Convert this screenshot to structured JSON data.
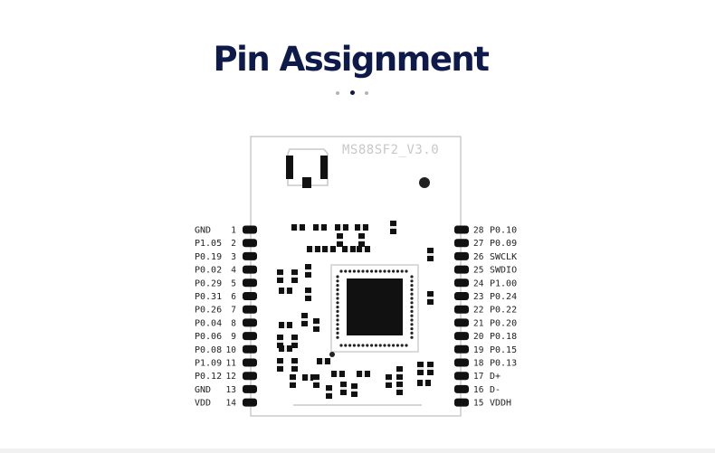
{
  "header": {
    "title": "Pin Assignment",
    "carousel_dots": 3,
    "active_dot": 1
  },
  "module": {
    "label": "MS88SF2_V3.0"
  },
  "pins": {
    "left": [
      {
        "number": "1",
        "name": "GND"
      },
      {
        "number": "2",
        "name": "P1.05"
      },
      {
        "number": "3",
        "name": "P0.19"
      },
      {
        "number": "4",
        "name": "P0.02"
      },
      {
        "number": "5",
        "name": "P0.29"
      },
      {
        "number": "6",
        "name": "P0.31"
      },
      {
        "number": "7",
        "name": "P0.26"
      },
      {
        "number": "8",
        "name": "P0.04"
      },
      {
        "number": "9",
        "name": "P0.06"
      },
      {
        "number": "10",
        "name": "P0.08"
      },
      {
        "number": "11",
        "name": "P1.09"
      },
      {
        "number": "12",
        "name": "P0.12"
      },
      {
        "number": "13",
        "name": "GND"
      },
      {
        "number": "14",
        "name": "VDD"
      }
    ],
    "right": [
      {
        "number": "28",
        "name": "P0.10"
      },
      {
        "number": "27",
        "name": "P0.09"
      },
      {
        "number": "26",
        "name": "SWCLK"
      },
      {
        "number": "25",
        "name": "SWDIO"
      },
      {
        "number": "24",
        "name": "P1.00"
      },
      {
        "number": "23",
        "name": "P0.24"
      },
      {
        "number": "22",
        "name": "P0.22"
      },
      {
        "number": "21",
        "name": "P0.20"
      },
      {
        "number": "20",
        "name": "P0.18"
      },
      {
        "number": "19",
        "name": "P0.15"
      },
      {
        "number": "18",
        "name": "P0.13"
      },
      {
        "number": "17",
        "name": "D+"
      },
      {
        "number": "16",
        "name": "D-"
      },
      {
        "number": "15",
        "name": "VDDH"
      }
    ]
  },
  "colors": {
    "title": "#0e1b4a",
    "ink": "#1a1a1a",
    "outline": "#bdbdbd",
    "pad_light": "#e6e6e6"
  }
}
